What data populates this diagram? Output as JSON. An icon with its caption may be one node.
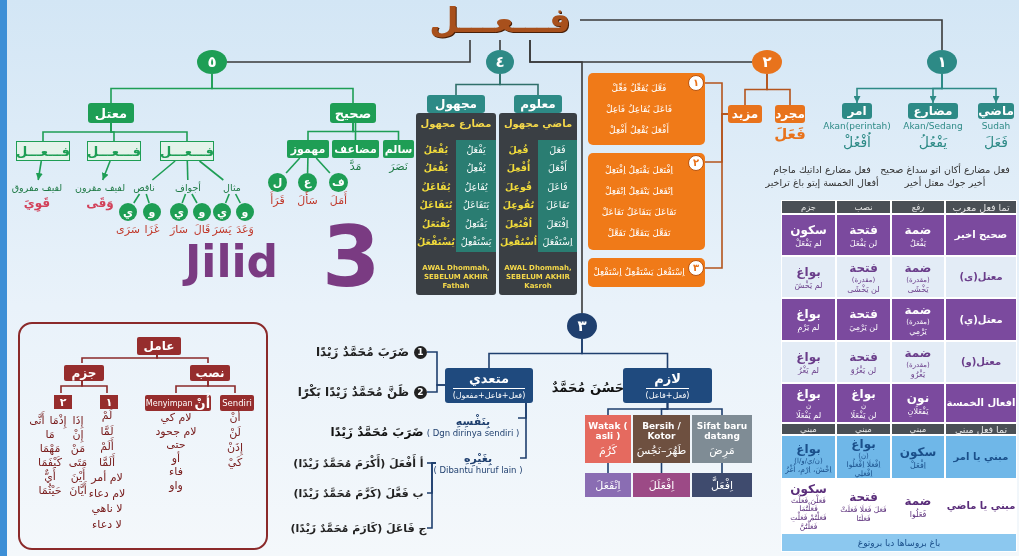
{
  "diagram": {
    "nodes": [
      {
        "text": [
          "فـــعـــل"
        ]
      },
      {
        "text": [
          "٥"
        ]
      },
      {
        "text": [
          "٤"
        ]
      },
      {
        "text": [
          "٢"
        ]
      },
      {
        "text": [
          "١"
        ]
      },
      {
        "text": [
          "صحيح"
        ]
      },
      {
        "text": [
          "معتل"
        ]
      },
      {
        "text": [
          "سالم"
        ],
        "beside": [
          "نَصَرَ"
        ]
      },
      {
        "text": [
          "مضاعف"
        ],
        "beside": [
          "مَدَّ"
        ]
      },
      {
        "text": [
          "مهموز"
        ]
      },
      {
        "text": [
          "ف"
        ],
        "beside": [
          "أَمَلَ"
        ]
      },
      {
        "text": [
          "ع"
        ],
        "beside": [
          "سَأَلَ"
        ]
      },
      {
        "text": [
          "ل"
        ],
        "beside": [
          "قَرَأَ"
        ]
      },
      {
        "text": [
          "فـــعـــل"
        ]
      },
      {
        "text": [
          "فـــعـــل"
        ]
      },
      {
        "text": [
          "فـــعـــل"
        ]
      },
      {
        "text": [
          "مثال"
        ]
      },
      {
        "text": [
          "أجواف"
        ]
      },
      {
        "text": [
          "ناقص"
        ]
      },
      {
        "text": [
          "لفيف مقرون"
        ],
        "beside": [
          "وَقَى"
        ]
      },
      {
        "text": [
          "لفيف مفروق"
        ],
        "beside": [
          "قَوِيَ"
        ]
      },
      {
        "text": [
          "و"
        ],
        "beside": [
          "وَعَدَ"
        ]
      },
      {
        "text": [
          "ي"
        ],
        "beside": [
          "يَسَرَ"
        ]
      },
      {
        "text": [
          "و"
        ],
        "beside": [
          "قَالَ"
        ]
      },
      {
        "text": [
          "ي"
        ],
        "beside": [
          "سَارَ"
        ]
      },
      {
        "text": [
          "و"
        ],
        "beside": [
          "غَزَا"
        ]
      },
      {
        "text": [
          "ي"
        ],
        "beside": [
          "سَرَى"
        ]
      },
      {
        "text": [
          "مجهول"
        ]
      },
      {
        "text": [
          "معلوم"
        ]
      },
      {
        "text": [
          "مضارع مجهول",
          "AWAL Dhommah, SEBELUM AKHIR Fathah"
        ]
      },
      {
        "text": [
          "يَفْعَلُ يُفْعِلُ يُفَاعِلُ يَتَفَاعَلُ يَفْتَعِلُ يَسْتَفْعِلُ"
        ],
        "in": 29
      },
      {
        "text": [
          "يُفْعَلُ يُفْعَلُ يُفَاعَلُ يُتَفَاعَلُ يُفْتَعَلُ يُسْتَفْعَلُ"
        ],
        "in": 29
      },
      {
        "text": [
          "ماضي مجهول",
          "AWAL Dhommah, SEBELUM AKHIR Kasroh"
        ]
      },
      {
        "text": [
          "فَعَلَ أَفْعَلَ فَاعَلَ تَفَاعَلَ اِفْتَعَلَ اِسْتَفْعَلَ"
        ],
        "in": 32
      },
      {
        "text": [
          "فُعِلَ أُفْعِلَ فُوعِلَ تُفُوعِلَ اُفْتُعِلَ اُسْتُفْعِلَ"
        ],
        "in": 32
      },
      {
        "text": [
          "مزيد"
        ]
      },
      {
        "text": [
          "مجرد"
        ],
        "beside": [
          "فَعَلَ"
        ]
      },
      {
        "text": [
          "١",
          "فَعَّلَ يُفَعِّلُ فَعِّلْ",
          "فَاعَلَ يُفَاعِلُ فَاعِلْ",
          "أَفْعَلَ يُفْعِلُ أَفْعِلْ"
        ]
      },
      {
        "text": [
          "٢",
          "اِفْتَعَلَ يَفْتَعِلُ اِفْتَعِلْ",
          "اِنْفَعَلَ يَنْفَعِلُ اِنْفَعِلْ",
          "تَفَاعَلَ يَتَفَاعَلُ تَفَاعَلْ",
          "تَفَعَّلَ يَتَفَعَّلُ تَفَعَّلْ"
        ]
      },
      {
        "text": [
          "٣",
          "اِسْتَفْعَلَ يَسْتَفْعِلُ اِسْتَفْعِلْ"
        ]
      },
      {
        "text": [
          "امر"
        ],
        "beside": [
          "Akan(perintah)",
          "اُفْعُلْ"
        ]
      },
      {
        "text": [
          "مضارع"
        ],
        "beside": [
          "Akan/Sedang",
          "يَفْعُلُ"
        ]
      },
      {
        "text": [
          "ماضي"
        ],
        "beside": [
          "Sudah",
          "فَعَلَ"
        ]
      },
      {
        "text": [
          "٣"
        ]
      },
      {
        "text": [
          "متعدي",
          "(فعل+فاعل+مفعول)"
        ]
      },
      {
        "text": [
          "لازم",
          "(فعل+فاعل)"
        ],
        "beside": [
          "حَسُنَ مُحَمَّدٌ"
        ]
      },
      {
        "text": [
          "1",
          "ضَرَبَ مُحَمَّدٌ زَيْدًا"
        ]
      },
      {
        "text": [
          "2",
          "ظَنَّ مُحَمَّدٌ زَيْدًا بَكْرًا"
        ]
      },
      {
        "text": [
          "بِنَفْسِهِ",
          "( Dgn dirinya sendiri )"
        ],
        "beside": [
          "ضَرَبَ مُحَمَّدٌ زَيْدًا"
        ]
      },
      {
        "text": [
          "بِغَيْرِهِ",
          "( Dibantu huruf lain )"
        ]
      },
      {
        "text": [
          "أ أَفْعَلَ (أَكْرَمَ مُحَمَّدٌ زَيْدًا)"
        ]
      },
      {
        "text": [
          "ب فَعَّلَ (كَرَّمَ مُحَمَّدٌ زَيْدًا)"
        ]
      },
      {
        "text": [
          "ج فَاعَلَ (كَارَمَ مُحَمَّدٌ زَيْدًا)"
        ]
      },
      {
        "text": [
          "Watak ( asli )",
          "كَرُمَ"
        ]
      },
      {
        "text": [
          "Bersih / Kotor",
          "طَهُرَ–نَجُسَ"
        ]
      },
      {
        "text": [
          "Sifat baru datang",
          "مَرِضَ"
        ]
      },
      {
        "text": [
          "اِنْفَعَلَ"
        ]
      },
      {
        "text": [
          "اِفْعَلَلَ"
        ]
      },
      {
        "text": [
          "اِفْعَلَّ"
        ]
      },
      {
        "text": [],
        "shape": "box"
      },
      {
        "text": [
          "عامل"
        ],
        "in": 59
      },
      {
        "text": [
          "جزم"
        ],
        "in": 59
      },
      {
        "text": [
          "نصب"
        ],
        "in": 59
      },
      {
        "text": [
          "٢"
        ],
        "in": 59,
        "beside": [
          "إِذَا",
          "إِذْمَا",
          "أَنَّى",
          "إِنْ",
          "مَا",
          "مَنْ",
          "مَهْمَا",
          "مَتَى",
          "كَيْفَمَا",
          "أَيْنَ",
          "أَيٌّ",
          "أَيَّانَ",
          "حَيْثُمَا"
        ]
      },
      {
        "text": [
          "١"
        ],
        "in": 59,
        "beside": [
          "لَمْ",
          "لَمَّا",
          "أَلَمْ",
          "أَلَمَّا",
          "لام أمر",
          "لام دعاء",
          "لا ناهي",
          "لا دعاء"
        ]
      },
      {
        "text": [
          "أَنْ",
          "Menyimpan"
        ],
        "in": 59,
        "beside": [
          "لام كي",
          "لام جحود",
          "حتى",
          "أو",
          "فاء",
          "واو"
        ]
      },
      {
        "text": [
          "Sendiri"
        ],
        "in": 59,
        "beside": [
          "أَنْ",
          "لَنْ",
          "إِذَنْ",
          "كَيْ"
        ]
      }
    ],
    "edges": [
      {
        "from": 0,
        "to": 1,
        "arrow": "none",
        "color": "#3a3a3a"
      },
      {
        "from": 0,
        "to": 2,
        "arrow": "none",
        "color": "#3a3a3a"
      },
      {
        "from": 0,
        "to": 3,
        "arrow": "none",
        "color": "#3a3a3a"
      },
      {
        "from": 0,
        "to": 4,
        "arrow": "none",
        "color": "#3a3a3a"
      },
      {
        "from": 0,
        "to": 43,
        "arrow": "none",
        "color": "#3a3a3a"
      },
      {
        "from": 1,
        "to": 5,
        "arrow": "none"
      },
      {
        "from": 1,
        "to": 6,
        "arrow": "none"
      },
      {
        "from": 5,
        "to": 7,
        "arrow": "none"
      },
      {
        "from": 5,
        "to": 8,
        "arrow": "none"
      },
      {
        "from": 5,
        "to": 9,
        "arrow": "none"
      },
      {
        "from": 9,
        "to": 10,
        "arrow": "none"
      },
      {
        "from": 9,
        "to": 11,
        "arrow": "none"
      },
      {
        "from": 9,
        "to": 12,
        "arrow": "none"
      },
      {
        "from": 6,
        "to": 13,
        "arrow": "none"
      },
      {
        "from": 6,
        "to": 14,
        "arrow": "none"
      },
      {
        "from": 6,
        "to": 15,
        "arrow": "none"
      },
      {
        "from": 13,
        "to": 16,
        "arrow": "none"
      },
      {
        "from": 13,
        "to": 17,
        "arrow": "none"
      },
      {
        "from": 13,
        "to": 18,
        "arrow": "none"
      },
      {
        "from": 14,
        "to": 19,
        "arrow": "to"
      },
      {
        "from": 15,
        "to": 20,
        "arrow": "to"
      },
      {
        "from": 16,
        "to": 21,
        "arrow": "none"
      },
      {
        "from": 16,
        "to": 22,
        "arrow": "none"
      },
      {
        "from": 17,
        "to": 23,
        "arrow": "none"
      },
      {
        "from": 17,
        "to": 24,
        "arrow": "none"
      },
      {
        "from": 18,
        "to": 25,
        "arrow": "none"
      },
      {
        "from": 18,
        "to": 26,
        "arrow": "none"
      },
      {
        "from": 2,
        "to": 27,
        "arrow": "none",
        "color": "#2f6f6a"
      },
      {
        "from": 2,
        "to": 28,
        "arrow": "none",
        "color": "#2f6f6a"
      },
      {
        "from": 3,
        "to": 35,
        "arrow": "none",
        "color": "#b4541c"
      },
      {
        "from": 3,
        "to": 36,
        "arrow": "none",
        "color": "#b4541c"
      },
      {
        "from": 35,
        "to": 37,
        "arrow": "none",
        "color": "#b4541c"
      },
      {
        "from": 35,
        "to": 38,
        "arrow": "none",
        "color": "#b4541c"
      },
      {
        "from": 35,
        "to": 39,
        "arrow": "none",
        "color": "#b4541c"
      },
      {
        "from": 4,
        "to": 40,
        "arrow": "to",
        "color": "#2d8a86"
      },
      {
        "from": 4,
        "to": 41,
        "arrow": "to",
        "color": "#2d8a86"
      },
      {
        "from": 4,
        "to": 42,
        "arrow": "to",
        "color": "#2d8a86"
      },
      {
        "from": 43,
        "to": 44,
        "arrow": "none",
        "color": "#1f3f6e"
      },
      {
        "from": 43,
        "to": 45,
        "arrow": "none",
        "color": "#1f3f6e"
      },
      {
        "from": 44,
        "to": 46,
        "arrow": "none",
        "color": "#1f3f6e"
      },
      {
        "from": 44,
        "to": 47,
        "arrow": "none",
        "color": "#1f3f6e"
      },
      {
        "from": 44,
        "to": 48,
        "arrow": "none",
        "color": "#1f3f6e"
      },
      {
        "from": 44,
        "to": 49,
        "arrow": "none",
        "color": "#1f3f6e"
      },
      {
        "from": 49,
        "to": 50,
        "arrow": "none",
        "color": "#1f3f6e"
      },
      {
        "from": 49,
        "to": 51,
        "arrow": "none",
        "color": "#1f3f6e"
      },
      {
        "from": 49,
        "to": 52,
        "arrow": "none",
        "color": "#1f3f6e"
      },
      {
        "from": 45,
        "to": 53,
        "arrow": "none",
        "color": "#1f3f6e"
      },
      {
        "from": 45,
        "to": 54,
        "arrow": "none",
        "color": "#1f3f6e"
      },
      {
        "from": 45,
        "to": 55,
        "arrow": "none",
        "color": "#1f3f6e"
      },
      {
        "from": 53,
        "to": 56,
        "arrow": "none",
        "color": "#1f3f6e"
      },
      {
        "from": 54,
        "to": 57,
        "arrow": "none",
        "color": "#1f3f6e"
      },
      {
        "from": 55,
        "to": 58,
        "arrow": "none",
        "color": "#1f3f6e"
      },
      {
        "from": 60,
        "to": 61,
        "arrow": "none",
        "color": "#8b2a2a"
      },
      {
        "from": 60,
        "to": 62,
        "arrow": "none",
        "color": "#8b2a2a"
      },
      {
        "from": 61,
        "to": 63,
        "arrow": "none",
        "color": "#8b2a2a"
      },
      {
        "from": 61,
        "to": 64,
        "arrow": "none",
        "color": "#8b2a2a"
      },
      {
        "from": 62,
        "to": 65,
        "arrow": "none",
        "color": "#8b2a2a"
      },
      {
        "from": 62,
        "to": 66,
        "arrow": "none",
        "color": "#8b2a2a"
      }
    ],
    "labels": [
      "Jilid",
      "3",
      "فعل مضارع أكان اتو سداغ صحيح أخير جوك معتل أخير",
      "فعل مضارع اداتيك ماجام أفعال الخمسة إيتو باغ تراخير",
      "تما فعل معرب",
      "رفع",
      "نصب",
      "جزم",
      "صحيح اخير",
      "ضمة",
      "يَفْعَلُ",
      "فتحة",
      "لن يَفْعَلَ",
      "سكون",
      "لم يَفْعَلْ",
      "معتل(ى)",
      "ضمة",
      "(مقدرة)",
      "يَخْشَى",
      "فتحة",
      "(مقدرة)",
      "لن يَخْشَى",
      "بواغ",
      "لم يَخْشَ",
      "معتل(ي)",
      "ضمة",
      "(مقدرة)",
      "يَرْمِي",
      "فتحة",
      "لن يَرْمِيَ",
      "بواغ",
      "لم يَرْمِ",
      "معتل(و)",
      "ضمة",
      "(مقدرة)",
      "يَغْزُو",
      "فتحة",
      "لن يَغْزُوَ",
      "بواغ",
      "لم يَغْزُ",
      "افعال الخمسة",
      "نون",
      "يَفْعَلَانِ",
      "بواغ",
      "ن",
      "لن يَفْعَلَا",
      "بواغ",
      "ن",
      "لم يَفْعَلَا",
      "تما فعل مبني",
      "مبني",
      "مبني",
      "مبني",
      "مبني يا امر",
      "سكون",
      "اِفْعَلْ",
      "بواغ",
      "(ن)",
      "اِفْعَلَا اِفْعَلُوا اِفْعَلِي",
      "بواغ",
      "(ن/ي/و/ا)",
      "اِخْشَ، اِرْمِ، اُغْزُ",
      "مبني يا ماضي",
      "ضمة",
      "فَعَلُوا",
      "فتحة",
      "فَعَلَ فَعَلَا فَعَلَتْ فَعَلَتَا",
      "سكون",
      "فَعَلْنَ فَعَلْتَ فَعَلْتُمَا",
      "فَعَلْتُمْ فَعَلْتِ فَعَلْتُنَّ",
      "باغ بروساها دبا بروتوغ"
    ]
  }
}
